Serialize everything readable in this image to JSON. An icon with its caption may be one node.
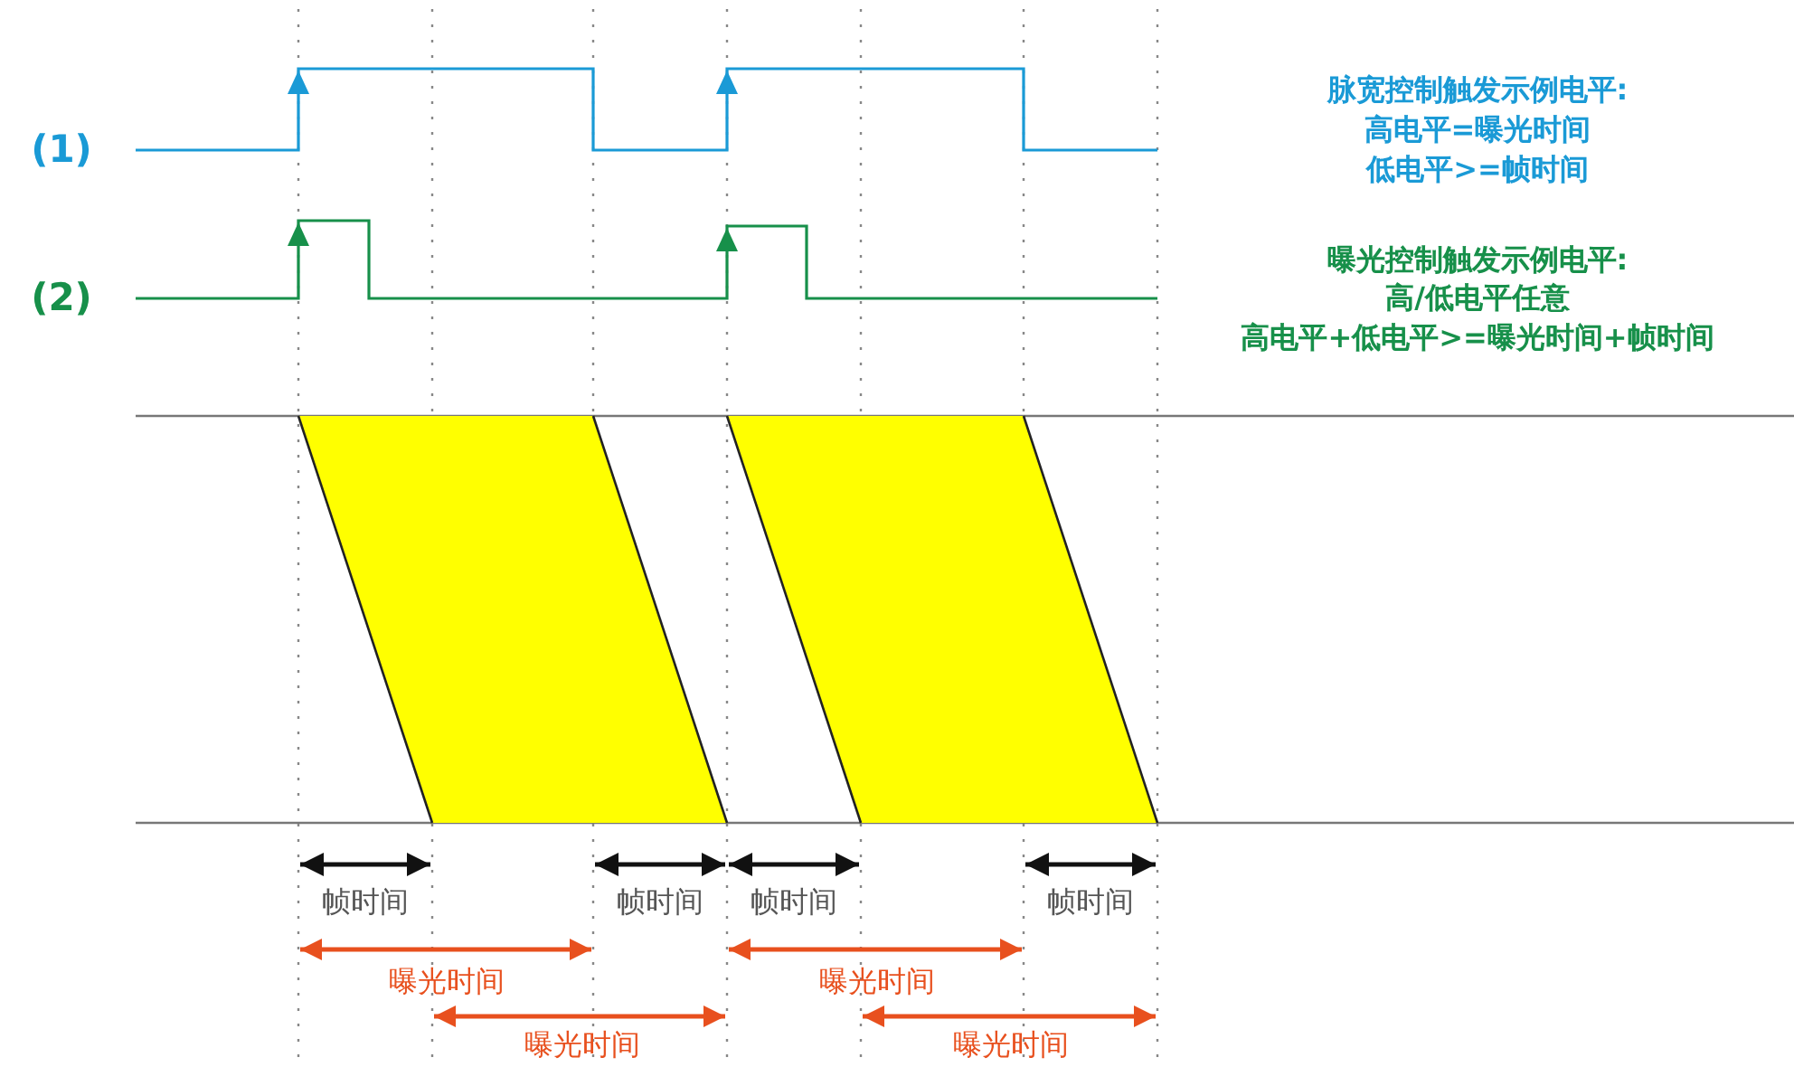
{
  "diagram": {
    "labels": [
      "(1)",
      "脉宽控制触发示例电平:",
      "高电平=曝光时间",
      "低电平>=帧时间",
      "(2)",
      "曝光控制触发示例电平:",
      "高/低电平任意",
      "高电平+低电平>=曝光时间+帧时间",
      "帧时间",
      "帧时间",
      "帧时间",
      "帧时间",
      "曝光时间",
      "曝光时间",
      "曝光时间",
      "曝光时间"
    ]
  }
}
